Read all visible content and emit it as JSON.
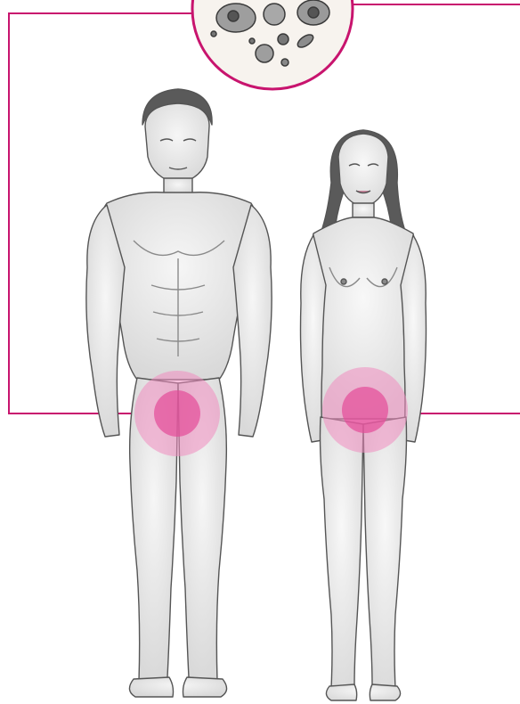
{
  "colors": {
    "accent": "#c8146e",
    "highlight_outer": "#f08cbf",
    "highlight_inner": "#e44c98",
    "pencil_dark": "#4a4a4a",
    "pencil_mid": "#8a8a8a",
    "skin_fill": "#eeeeee",
    "lens_bg": "#f7f3ee"
  },
  "figures": [
    {
      "name": "male-figure",
      "highlight": "groin"
    },
    {
      "name": "female-figure",
      "highlight": "groin"
    }
  ],
  "inset": {
    "depicts": "magnified-cells",
    "shape": "circle"
  },
  "icons": [
    "microscope-lens-icon"
  ]
}
